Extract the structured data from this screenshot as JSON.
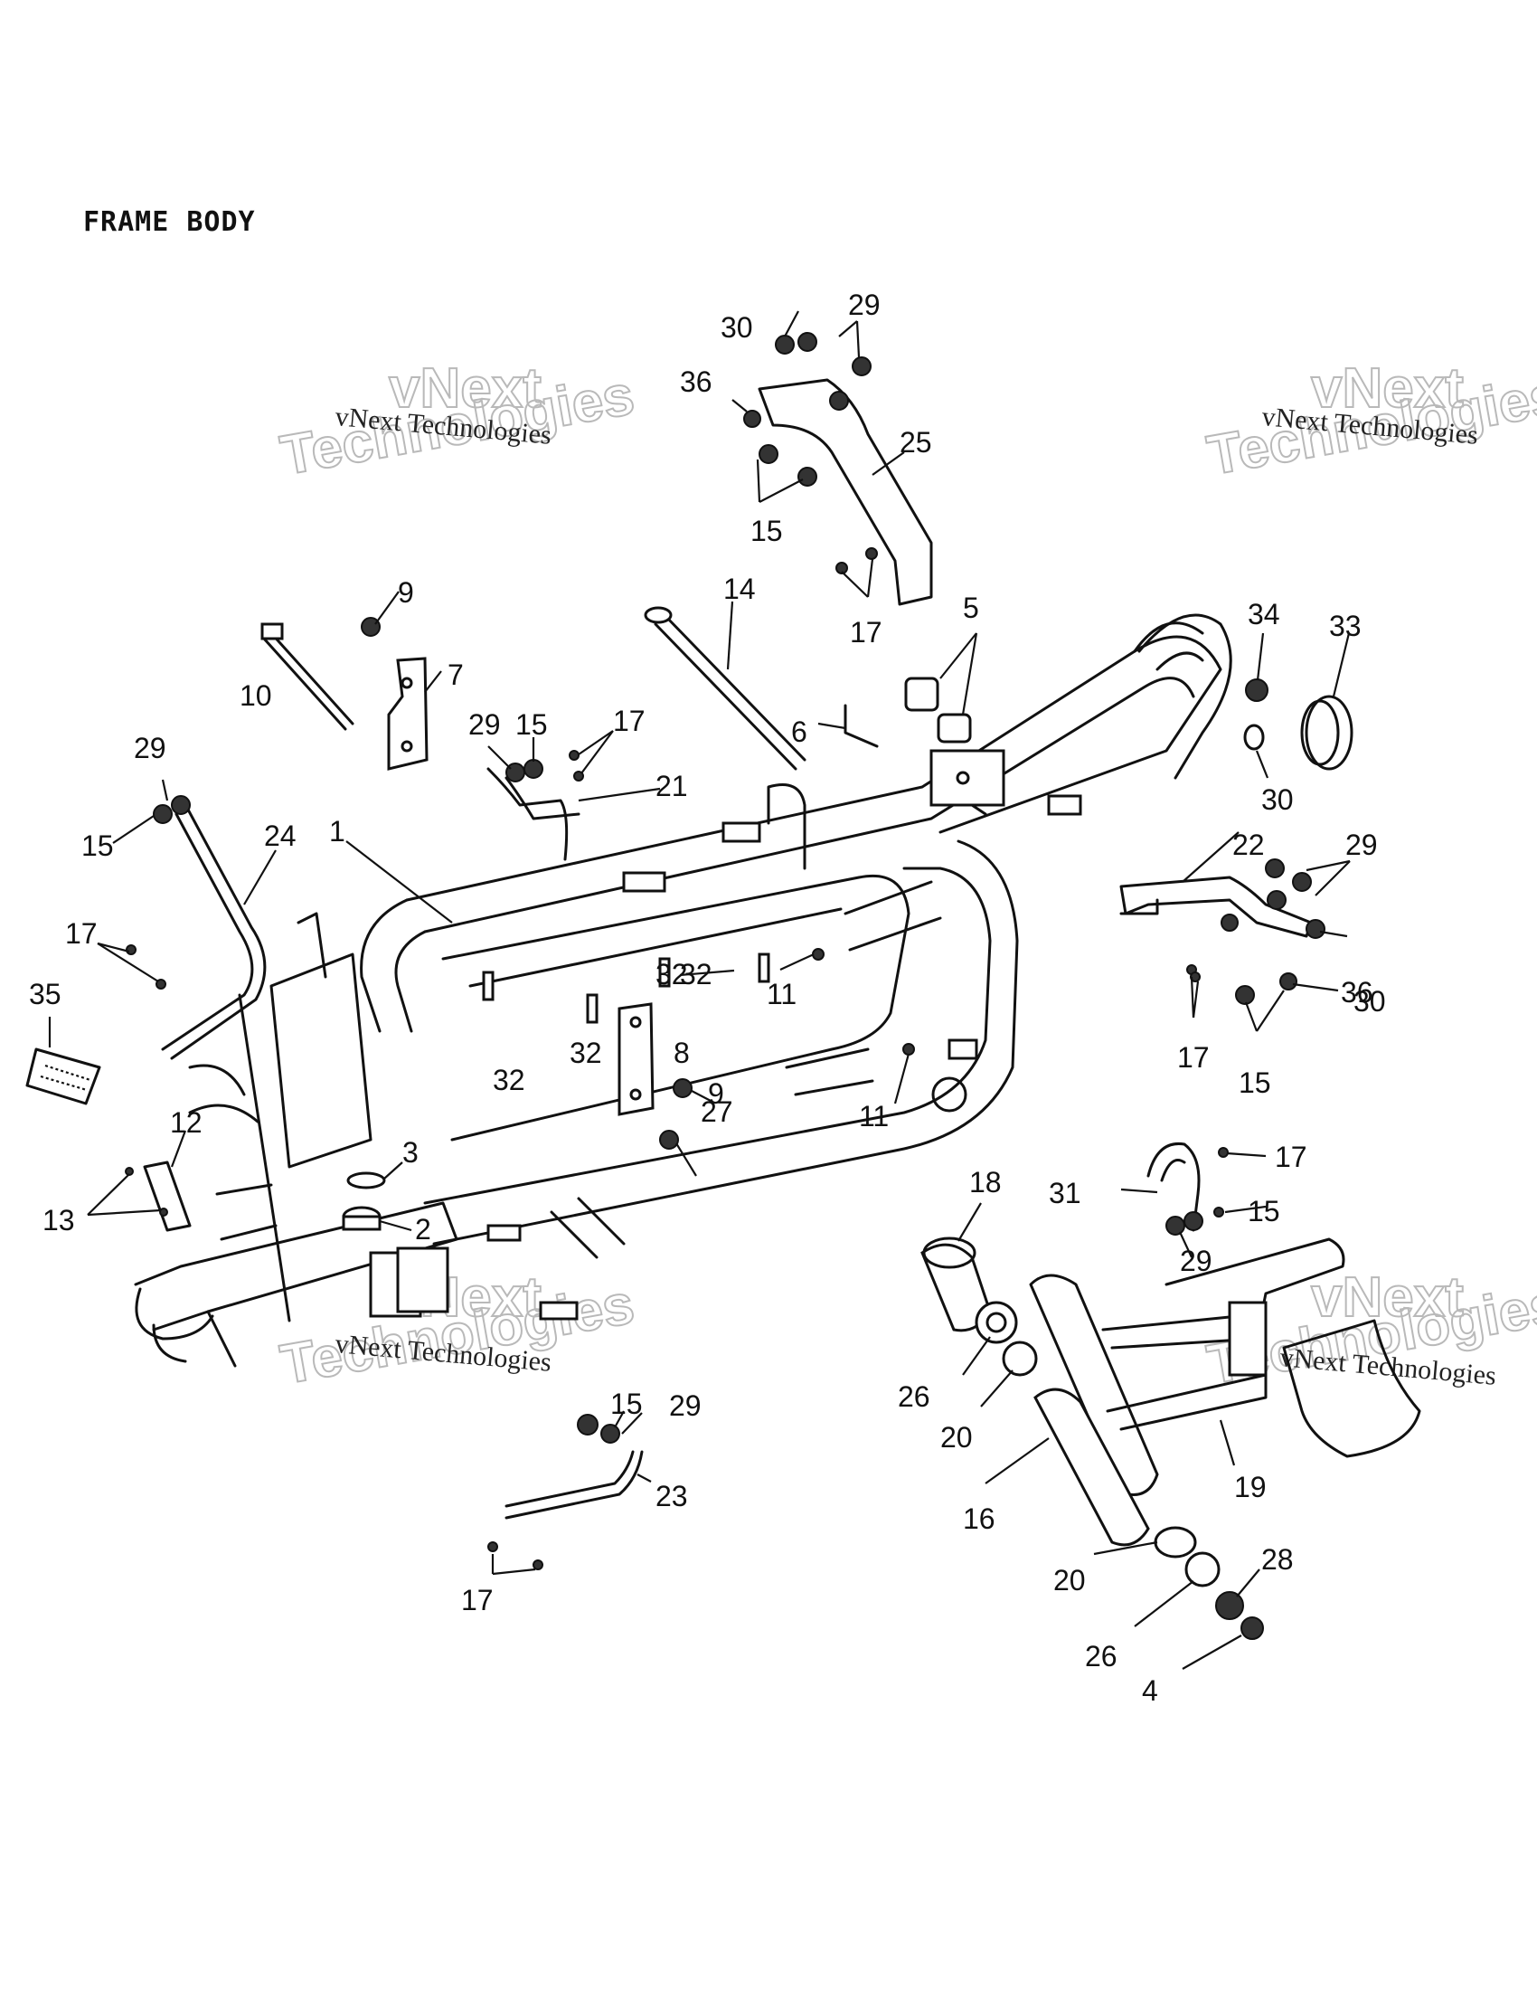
{
  "title": "FRAME BODY",
  "watermark": {
    "text": "vNext Technologies",
    "outline_line1": "vNext",
    "outline_line2": "Technologies"
  },
  "callouts": [
    "1",
    "2",
    "3",
    "4",
    "5",
    "6",
    "7",
    "8",
    "9",
    "9",
    "10",
    "11",
    "11",
    "12",
    "13",
    "14",
    "15",
    "15",
    "15",
    "15",
    "15",
    "15",
    "16",
    "17",
    "17",
    "17",
    "17",
    "17",
    "17",
    "18",
    "19",
    "20",
    "20",
    "21",
    "22",
    "23",
    "24",
    "25",
    "26",
    "26",
    "27",
    "28",
    "29",
    "29",
    "29",
    "29",
    "29",
    "29",
    "30",
    "30",
    "30",
    "31",
    "32",
    "32",
    "32",
    "32",
    "33",
    "34",
    "35",
    "36",
    "36"
  ]
}
